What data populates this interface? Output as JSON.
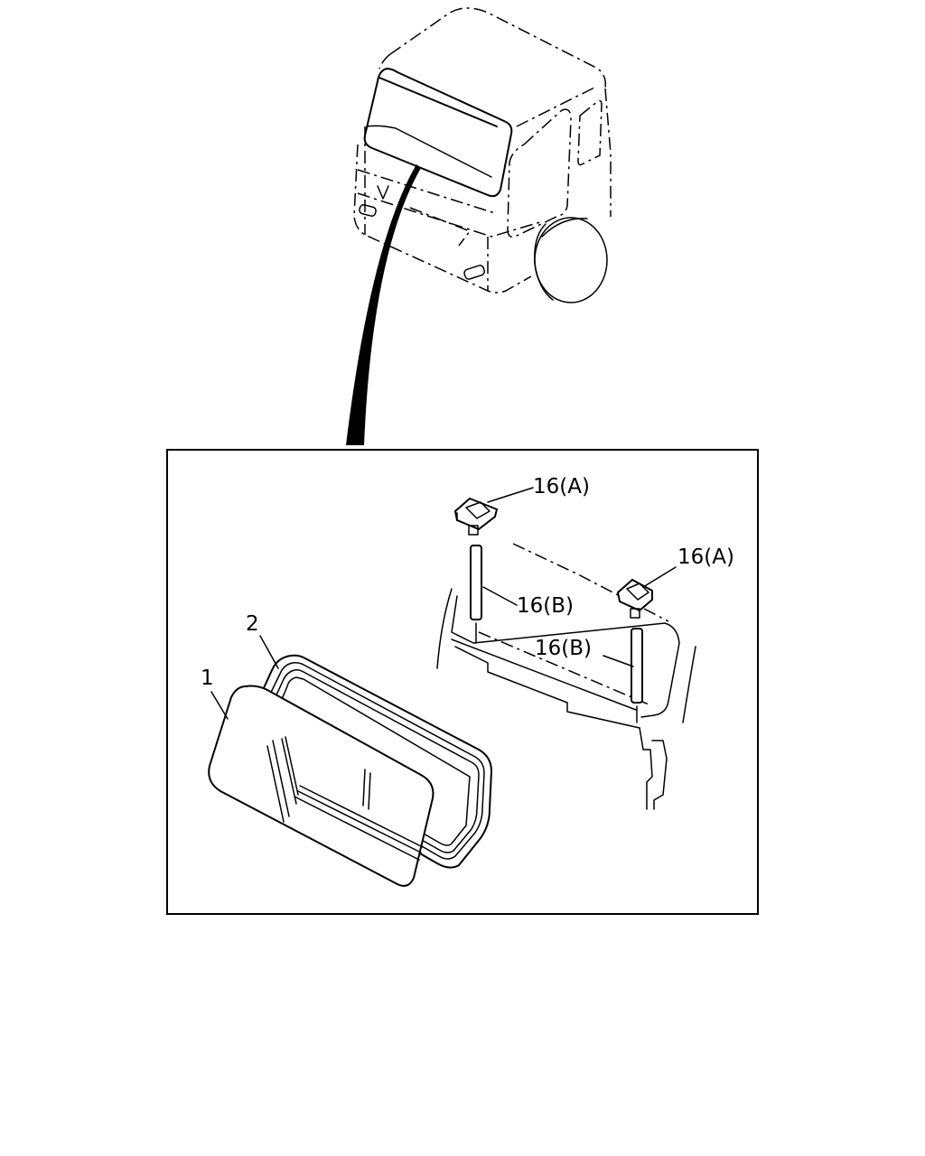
{
  "diagram": {
    "callouts": {
      "glass": "1",
      "weatherstrip": "2",
      "clip_left": "16(A)",
      "clip_right": "16(A)",
      "pin_left": "16(B)",
      "pin_right": "16(B)"
    }
  }
}
